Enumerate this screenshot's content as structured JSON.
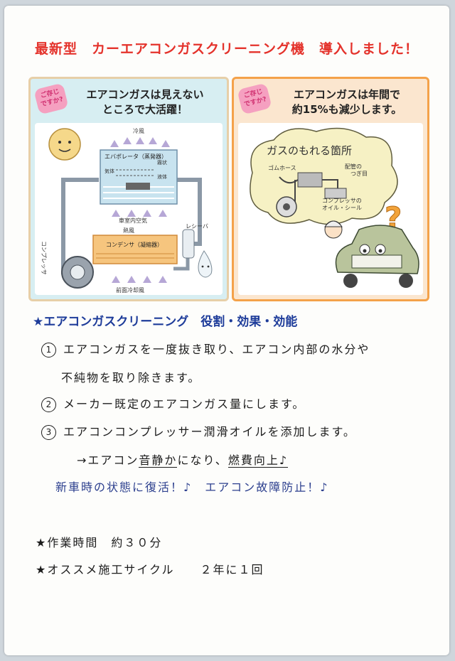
{
  "headline": "最新型　カーエアコンガスクリーニング機　導入しました！",
  "panel_left": {
    "badge": [
      "ご存じ",
      "ですか?"
    ],
    "title": [
      "エアコンガスは見えない",
      "ところで大活躍！"
    ],
    "diagram": {
      "cold_air": "冷風",
      "evaporator": "エバポレータ（蒸発器）",
      "gas": "気体",
      "mist": "霧状",
      "liquid": "液体",
      "cabin_air": "車室内空気",
      "hot_air": "熱風",
      "condenser": "コンデンサ（凝縮器）",
      "receiver": "レシーバ",
      "compressor": "コンプレッサ",
      "front_air": "前面冷却風"
    }
  },
  "panel_right": {
    "badge": [
      "ご存じ",
      "ですか?"
    ],
    "title": [
      "エアコンガスは年間で",
      "約15%も減少します。"
    ],
    "diagram": {
      "heading": "ガスのもれる箇所",
      "hose": "ゴムホース",
      "piping_1": "配管の",
      "piping_2": "つぎ目",
      "seal_1": "コンプレッサの",
      "seal_2": "オイル・シール",
      "question": "?"
    }
  },
  "section_title": "★エアコンガスクリーニング　役割・効果・効能",
  "items": [
    {
      "num": "1",
      "text": "エアコンガスを一度抜き取り、エアコン内部の水分や"
    },
    {
      "num": "",
      "text": "不純物を取り除きます。"
    },
    {
      "num": "2",
      "text": "メーカー既定のエアコンガス量にします。"
    },
    {
      "num": "3",
      "text": "エアコンコンプレッサー潤滑オイルを添加します。"
    }
  ],
  "result": {
    "arrow": "→エアコン",
    "quiet": "音静か",
    "mid": "になり、",
    "fuel": "燃費向上♪"
  },
  "benefit": "新車時の状態に復活！♪　エアコン故障防止！♪",
  "work_time": "★作業時間　約３０分",
  "cycle": "★オススメ施工サイクル　　２年に１回"
}
